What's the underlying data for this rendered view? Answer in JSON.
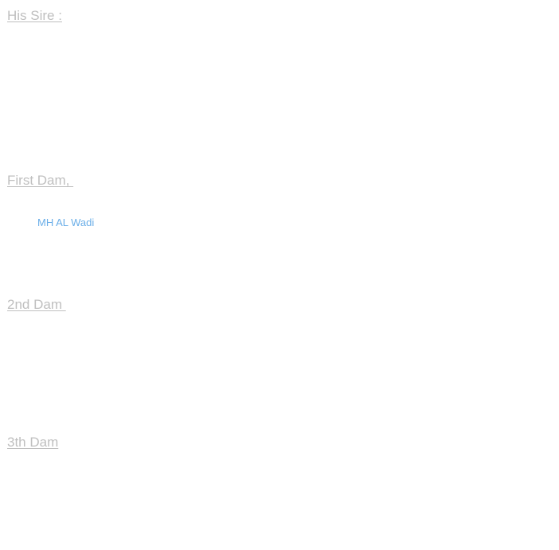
{
  "sections": {
    "sire": {
      "heading": "His Sire :"
    },
    "first_dam": {
      "heading": "First Dam, ",
      "link": "MH AL Wadi"
    },
    "second_dam": {
      "heading": "2nd Dam "
    },
    "third_dam": {
      "heading": "3th Dam"
    }
  },
  "colors": {
    "heading": "#bfbfbf",
    "link": "#6aaee8",
    "background": "#ffffff"
  }
}
